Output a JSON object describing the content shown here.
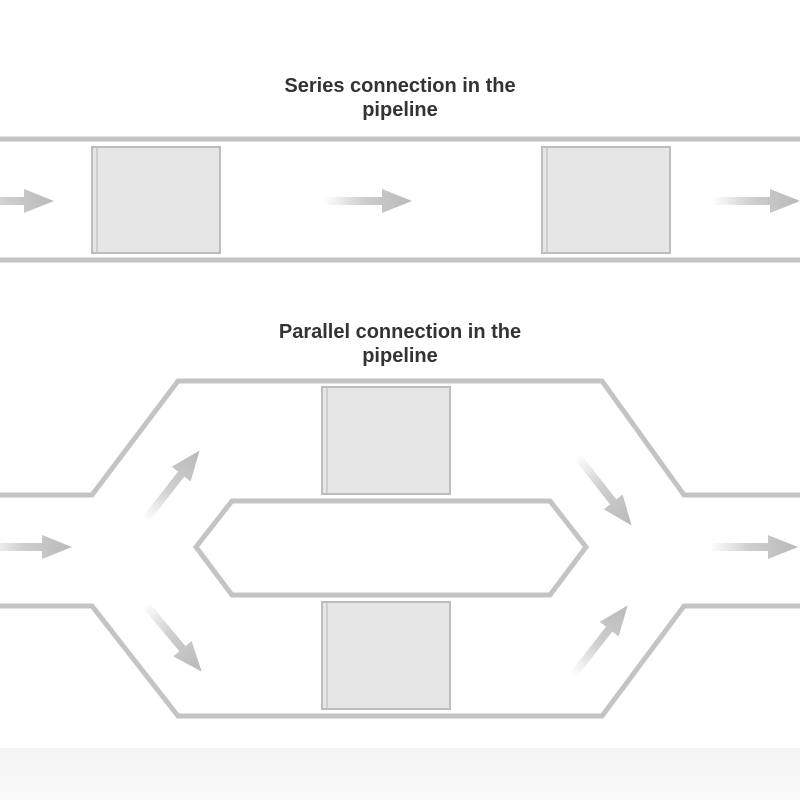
{
  "series": {
    "title_line1": "Series connection in the",
    "title_line2": "pipeline"
  },
  "parallel": {
    "title_line1": "Parallel connection in the",
    "title_line2": "pipeline"
  },
  "colors": {
    "pipe_wall": "#c4c4c4",
    "unit_fill": "#e6e6e6",
    "unit_border": "#bdbdbd",
    "arrow": "#b9b9b9",
    "text": "#333333"
  }
}
